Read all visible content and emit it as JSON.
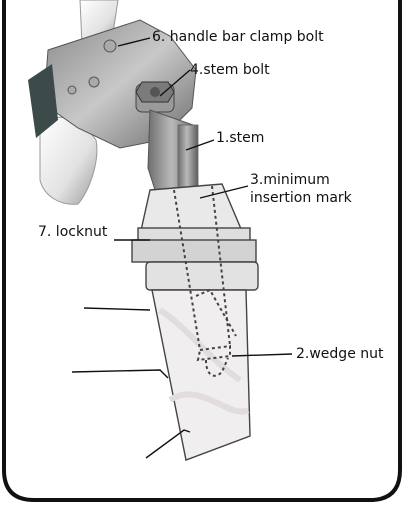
{
  "labels": {
    "handlebar_clamp_bolt": "6. handle bar clamp bolt",
    "stem_bolt": "4.stem bolt",
    "stem": "1.stem",
    "minimum_insertion_mark_line1": "3.minimum",
    "minimum_insertion_mark_line2": "insertion mark",
    "locknut": "7. locknut",
    "wedge_nut": "2.wedge nut"
  }
}
